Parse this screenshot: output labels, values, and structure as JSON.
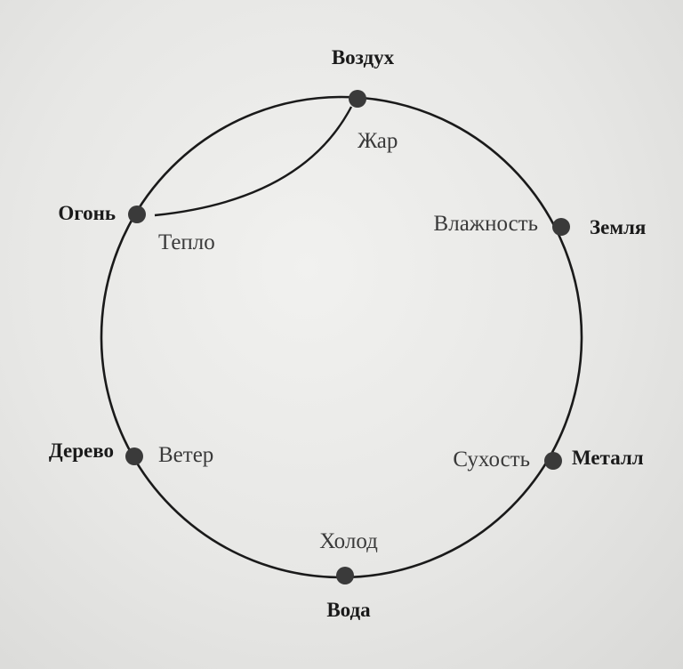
{
  "diagram": {
    "nodes": [
      {
        "id": "vozdukh",
        "element": "Воздух",
        "quality": "Жар"
      },
      {
        "id": "zemlya",
        "element": "Земля",
        "quality": "Влажность"
      },
      {
        "id": "metall",
        "element": "Металл",
        "quality": "Сухость"
      },
      {
        "id": "voda",
        "element": "Вода",
        "quality": "Холод"
      },
      {
        "id": "derevo",
        "element": "Дерево",
        "quality": "Ветер"
      },
      {
        "id": "ogon",
        "element": "Огонь",
        "quality": "Тепло"
      }
    ],
    "connections": [
      {
        "from": "ogon",
        "to": "vozdukh"
      }
    ],
    "colors": {
      "line": "#1a1a1a",
      "node": "#3a3a3a"
    }
  }
}
